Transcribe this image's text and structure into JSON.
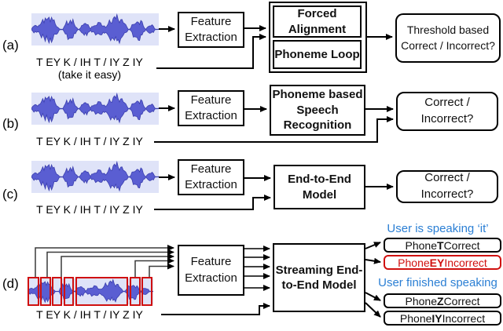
{
  "palette": {
    "accent_blue": "#2b7fd4",
    "alert_red": "#d0100f",
    "wave_fill": "#5a5ed2",
    "wave_stroke": "#3a3eae",
    "wave_bg": "#dfe3f8",
    "line_black": "#000000"
  },
  "labels": {
    "feature_extraction": "Feature Extraction"
  },
  "transcript": {
    "text": "T EY K / IH T / IY Z IY",
    "gloss": "(take it easy)"
  },
  "rows": {
    "a": {
      "label": "(a)",
      "model_top": "Forced Alignment",
      "model_bottom": "Phoneme Loop",
      "output": "Threshold based Correct / Incorrect?"
    },
    "b": {
      "label": "(b)",
      "model": "Phoneme based Speech Recognition",
      "output": "Correct / Incorrect?"
    },
    "c": {
      "label": "(c)",
      "model": "End-to-End Model",
      "output": "Correct / Incorrect?"
    },
    "d": {
      "label": "(d)",
      "model": "Streaming End-to-End Model",
      "status_speaking": "User is speaking ‘it’",
      "status_finished": "User finished speaking",
      "results": [
        {
          "prefix": "Phone",
          "phone": "T",
          "status": "Correct",
          "alert": false
        },
        {
          "prefix": "Phone",
          "phone": "EY",
          "status": "Incorrect",
          "alert": true
        },
        {
          "prefix": "Phone",
          "phone": "Z",
          "status": "Correct",
          "alert": false
        },
        {
          "prefix": "Phone",
          "phone": "IY",
          "status": "Incorrect",
          "alert": false
        }
      ]
    }
  }
}
